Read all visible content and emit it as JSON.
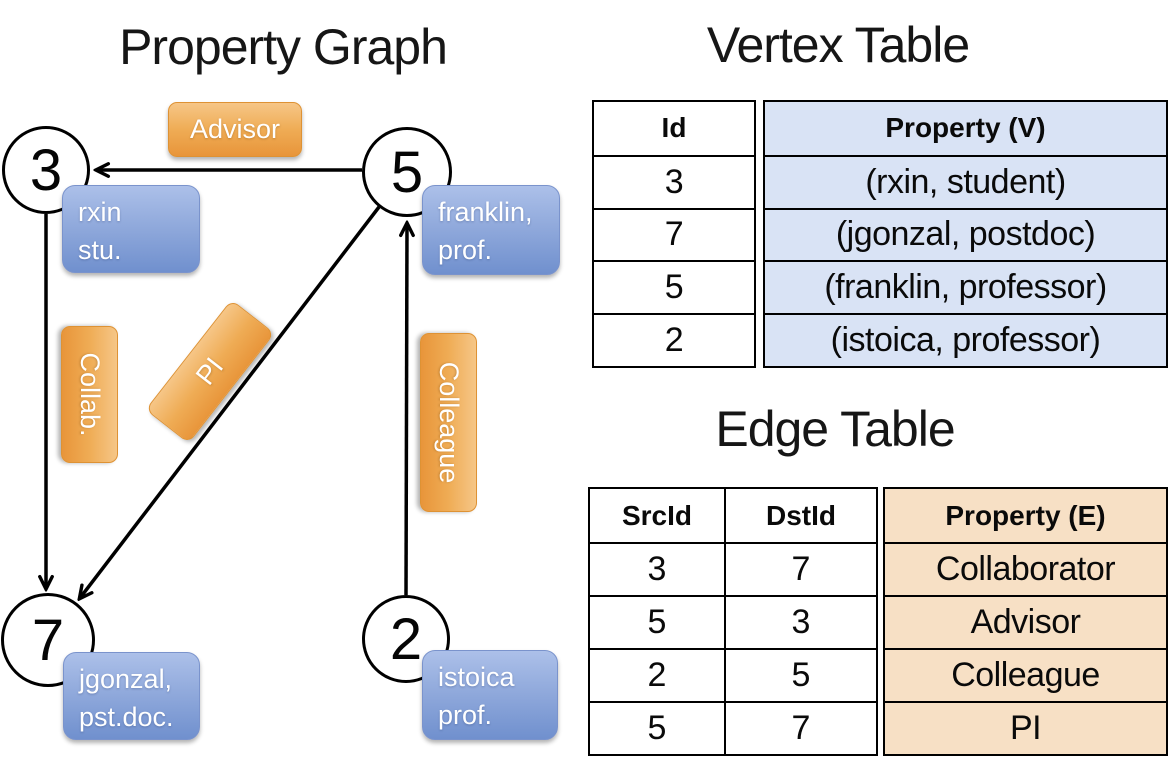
{
  "graph": {
    "title": "Property Graph",
    "nodes": [
      {
        "id": "3",
        "property_lines": [
          "rxin",
          "stu."
        ]
      },
      {
        "id": "5",
        "property_lines": [
          "franklin,",
          "prof."
        ]
      },
      {
        "id": "7",
        "property_lines": [
          "jgonzal,",
          "pst.doc."
        ]
      },
      {
        "id": "2",
        "property_lines": [
          "istoica",
          "prof."
        ]
      }
    ],
    "edges": [
      {
        "label": "Advisor",
        "src": "5",
        "dst": "3"
      },
      {
        "label": "Collab.",
        "src": "3",
        "dst": "7"
      },
      {
        "label": "PI",
        "src": "5",
        "dst": "7"
      },
      {
        "label": "Colleague",
        "src": "2",
        "dst": "5"
      }
    ]
  },
  "vertex_table": {
    "title": "Vertex Table",
    "columns": [
      "Id",
      "Property (V)"
    ],
    "rows": [
      [
        "3",
        "(rxin, student)"
      ],
      [
        "7",
        "(jgonzal, postdoc)"
      ],
      [
        "5",
        "(franklin, professor)"
      ],
      [
        "2",
        "(istoica, professor)"
      ]
    ]
  },
  "edge_table": {
    "title": "Edge Table",
    "columns": [
      "SrcId",
      "DstId",
      "Property (E)"
    ],
    "rows": [
      [
        "3",
        "7",
        "Collaborator"
      ],
      [
        "5",
        "3",
        "Advisor"
      ],
      [
        "2",
        "5",
        "Colleague"
      ],
      [
        "5",
        "7",
        "PI"
      ]
    ]
  },
  "colors": {
    "edge_label_top": "#F6C687",
    "edge_label_bottom": "#E8953A",
    "vertex_box_top": "#ACC0E9",
    "vertex_box_bottom": "#7090CE",
    "vertex_table_fill": "#D9E3F5",
    "edge_table_fill": "#F7E0C5",
    "line_color": "#000000"
  }
}
